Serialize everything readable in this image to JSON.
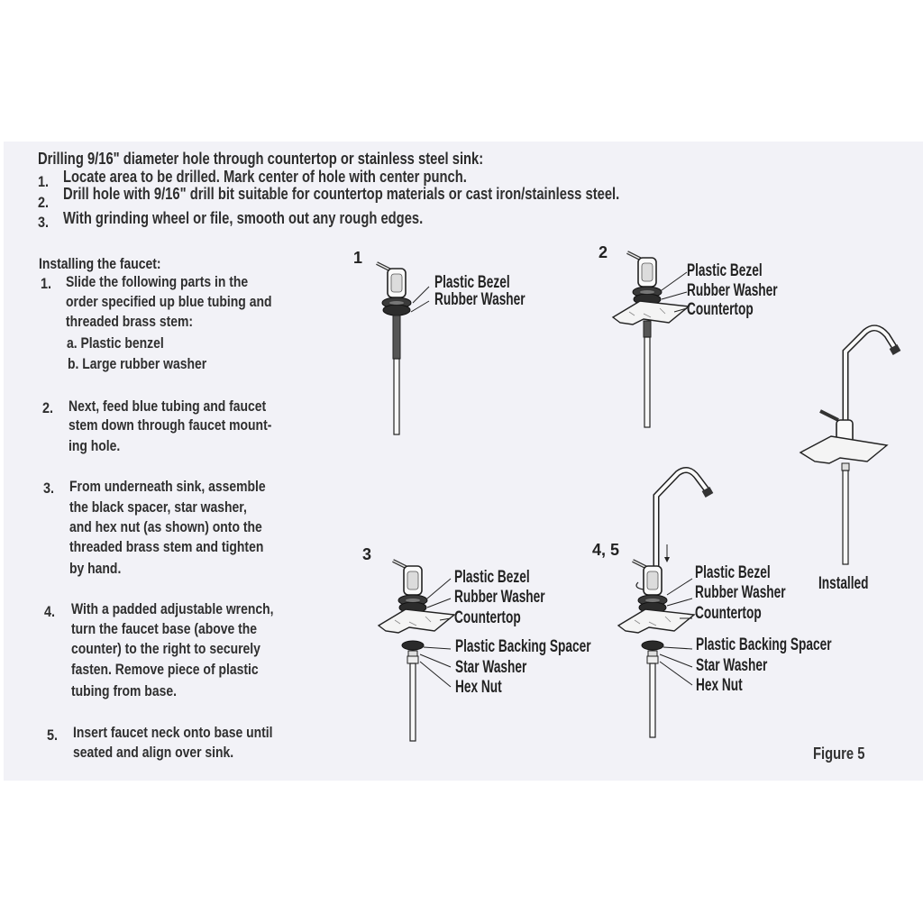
{
  "drilling": {
    "heading": "Drilling 9/16\" diameter hole through countertop or stainless steel sink:",
    "steps": [
      {
        "num": "1.",
        "text": "Locate area to be drilled. Mark center of hole with center punch."
      },
      {
        "num": "2.",
        "text": "Drill hole with 9/16\" drill bit suitable for countertop materials or cast iron/stainless steel."
      },
      {
        "num": "3.",
        "text": "With grinding wheel or file, smooth out any rough edges."
      }
    ]
  },
  "installing": {
    "heading": "Installing the faucet:",
    "steps": [
      {
        "num": "1.",
        "lines": [
          "Slide the following parts in the",
          "order specified up blue tubing and",
          "threaded brass stem:",
          "a. Plastic benzel",
          "b. Large rubber washer"
        ]
      },
      {
        "num": "2.",
        "lines": [
          "Next, feed blue tubing and faucet",
          "stem down through faucet mount-",
          "ing hole."
        ]
      },
      {
        "num": "3.",
        "lines": [
          "From underneath sink, assemble",
          "the black spacer, star washer,",
          "and hex nut (as shown) onto the",
          "threaded brass stem and tighten",
          "by hand."
        ]
      },
      {
        "num": "4.",
        "lines": [
          "With a padded adjustable wrench,",
          "turn the faucet base (above the",
          "counter) to the right to securely",
          "fasten. Remove piece of plastic",
          "tubing from base."
        ]
      },
      {
        "num": "5.",
        "lines": [
          "Insert faucet neck onto base until",
          "seated and align over sink."
        ]
      }
    ]
  },
  "figure": {
    "caption": "Figure 5",
    "panels": [
      {
        "step": "1",
        "labels": [
          "Plastic Bezel",
          "Rubber Washer"
        ]
      },
      {
        "step": "2",
        "labels": [
          "Plastic Bezel",
          "Rubber Washer",
          "Countertop"
        ]
      },
      {
        "step": "3",
        "labels": [
          "Plastic Bezel",
          "Rubber Washer",
          "Countertop",
          "Plastic Backing Spacer",
          "Star Washer",
          "Hex Nut"
        ]
      },
      {
        "step": "4, 5",
        "labels": [
          "Plastic Bezel",
          "Rubber Washer",
          "Countertop",
          "Plastic Backing Spacer",
          "Star Washer",
          "Hex Nut"
        ]
      },
      {
        "step": "",
        "labels": [
          "Installed"
        ]
      }
    ]
  }
}
